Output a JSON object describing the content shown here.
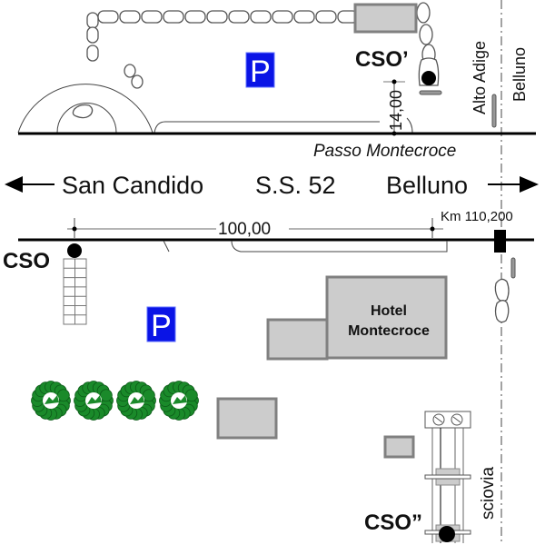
{
  "map": {
    "road": {
      "name": "S.S. 52",
      "west_destination": "San Candido",
      "east_destination": "Belluno",
      "pass_name": "Passo Montecroce",
      "km_marker": "Km 110,200"
    },
    "dimensions": {
      "horizontal": "100,00",
      "vertical": "14,00"
    },
    "regions": {
      "left": "Alto Adige",
      "right": "Belluno"
    },
    "points": {
      "cso": "CSO",
      "cso_prime": "CSO’",
      "cso_double_prime": "CSO”"
    },
    "buildings": {
      "hotel_line1": "Hotel",
      "hotel_line2": "Montecroce"
    },
    "lift_label": "sciovia",
    "parking_glyph": "P",
    "tree_count": 4,
    "colors": {
      "parking_blue": "#0a14e6",
      "building_fill": "#cccccc",
      "building_border": "#808080",
      "tree_green": "#1a8a2a",
      "road_black": "#000000"
    }
  }
}
